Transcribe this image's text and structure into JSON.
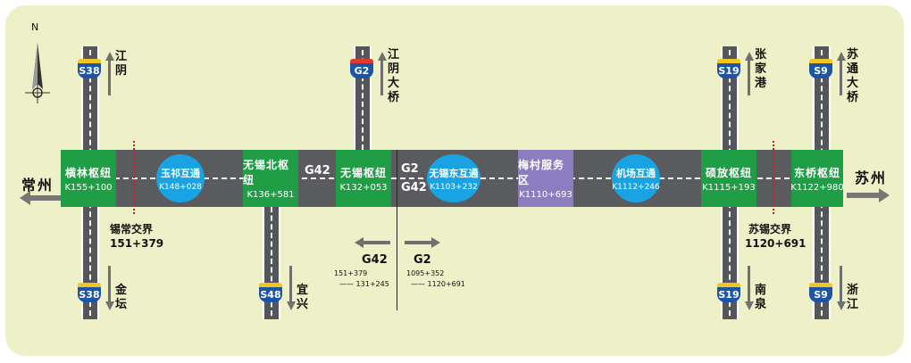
{
  "compass": {
    "north": "N"
  },
  "ends": {
    "left_city": "常州",
    "right_city": "苏州"
  },
  "route_labels": {
    "g42_mid": "G42",
    "g2_mid": "G2",
    "g42_mid2": "G42"
  },
  "nodes": [
    {
      "name": "横林枢纽",
      "km": "K155+100"
    },
    {
      "name": "玉祁互通",
      "km": "K148+028"
    },
    {
      "name": "无锡北枢纽",
      "km": "K136+581"
    },
    {
      "name": "无锡枢纽",
      "km": "K132+053"
    },
    {
      "name": "无锡东互通",
      "km": "K1103+232"
    },
    {
      "name": "梅村服务区",
      "km": "K1110+693"
    },
    {
      "name": "机场互通",
      "km": "K1112+246"
    },
    {
      "name": "硕放枢纽",
      "km": "K1115+193"
    },
    {
      "name": "东桥枢纽",
      "km": "K1122+980"
    }
  ],
  "branches": {
    "s38_top": {
      "shield": "S38",
      "dest": "江阴"
    },
    "s38_bottom": {
      "shield": "S38",
      "dest": "金坛"
    },
    "s48_bottom": {
      "shield": "S48",
      "dest": "宜兴"
    },
    "g2_top": {
      "shield": "G2",
      "dest": "江阴大桥"
    },
    "s19_top": {
      "shield": "S19",
      "dest": "张家港"
    },
    "s19_bottom": {
      "shield": "S19",
      "dest": "南泉"
    },
    "s9_top": {
      "shield": "S9",
      "dest": "苏通大桥"
    },
    "s9_bottom": {
      "shield": "S9",
      "dest": "浙江"
    }
  },
  "borders": {
    "left": {
      "name": "锡常交界",
      "km": "151+379"
    },
    "right": {
      "name": "苏锡交界",
      "km": "1120+691"
    }
  },
  "legend": {
    "g42": {
      "label": "G42",
      "from": "151+379",
      "to": "—— 131+245"
    },
    "g2": {
      "label": "G2",
      "from": "1095+352",
      "to": "—— 1120+691"
    }
  },
  "colors": {
    "hub": "#1f9e45",
    "interchange": "#1aa3e3",
    "service": "#8c7dc0",
    "road": "#5a5b5f",
    "background": "#eef1c7"
  }
}
